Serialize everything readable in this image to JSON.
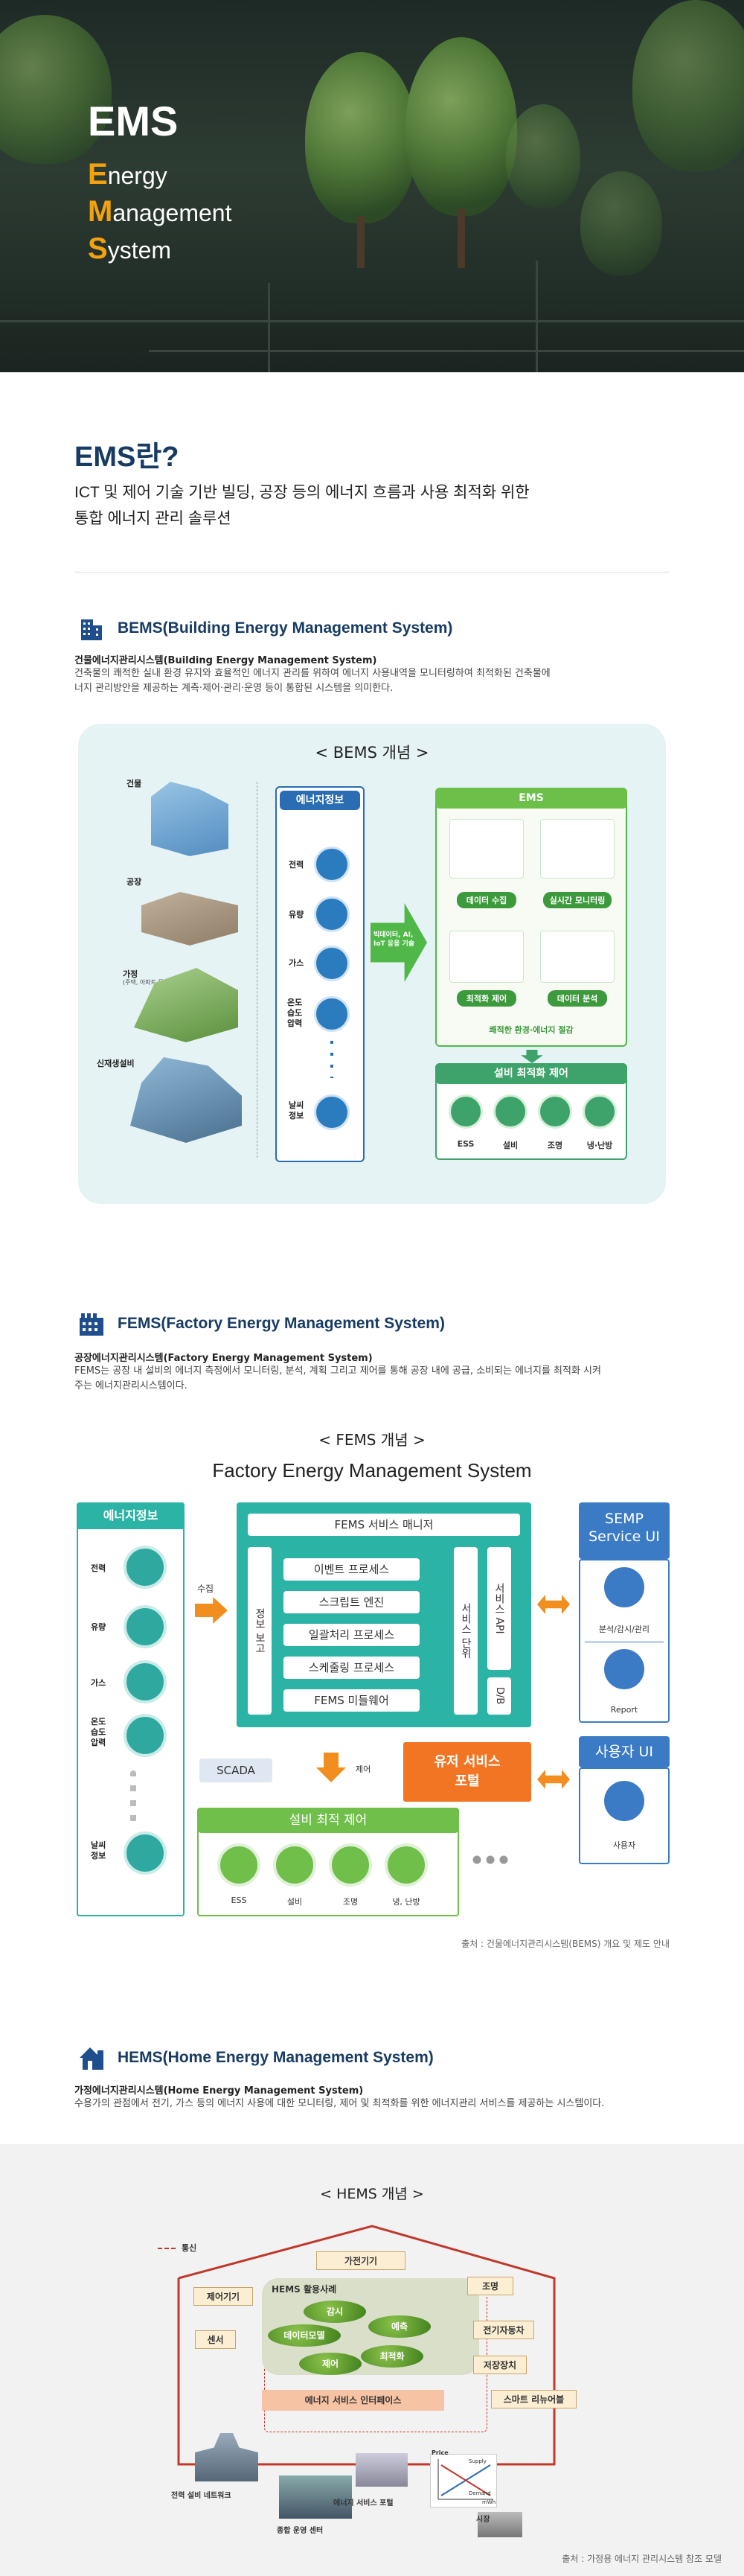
{
  "hero": {
    "title": "EMS",
    "e_letter": "E",
    "e_rest": "nergy",
    "m_letter": "M",
    "m_rest": "anagement",
    "s_letter": "S",
    "s_rest": "ystem"
  },
  "intro": {
    "title": "EMS란?",
    "line1": "ICT 및 제어 기술 기반 빌딩, 공장 등의 에너지 흐름과 사용 최적화 위한",
    "line2": "통합 에너지 관리 솔루션"
  },
  "bems": {
    "title": "BEMS(Building Energy Management System)",
    "kor": "건물에너지관리시스템(Building Energy Management System)",
    "desc1": "건축물의 쾌적한 실내 환경 유지와 효율적인 에너지 관리를 위하여 에너지 사용내역을 모니터링하여 최적화된 건축물에",
    "desc2": "너지 관리방안을 제공하는 계측·제어·관리·운영 등이 통합된 시스템을 의미한다.",
    "diagram": {
      "title": "< BEMS 개념 >",
      "buildings": [
        "건물",
        "공장",
        "가정",
        "신재생설비"
      ],
      "home_sub": "(주택, 아파트 등)",
      "info_title": "에너지정보",
      "info": [
        "전력",
        "유량",
        "가스",
        "온도\n습도\n압력",
        "날씨\n정보"
      ],
      "arrow_text": "빅데이터, AI,\nIoT 응용 기술",
      "ems_title": "EMS",
      "ems_items": [
        "데이터 수집",
        "실시간 모니터링",
        "최적화 제어",
        "데이터 분석"
      ],
      "ems_caption": "쾌적한 환경·에너지 절감",
      "opt_title": "설비 최적화 제어",
      "opt_items": [
        "ESS",
        "설비",
        "조명",
        "냉·난방"
      ]
    }
  },
  "fems": {
    "title": "FEMS(Factory Energy Management System)",
    "kor": "공장에너지관리시스템(Factory Energy Management System)",
    "desc1": "FEMS는 공장 내 설비의 에너지 측정에서 모니터링, 분석, 계획 그리고 제어를 통해 공장 내에 공급, 소비되는 에너지를 최적화 시켜",
    "desc2": "주는 에너지관리시스템이다.",
    "diagram": {
      "title": "< FEMS 개념 >",
      "subtitle": "Factory Energy Management System",
      "info_title": "에너지정보",
      "info": [
        "전력",
        "유량",
        "가스",
        "온도\n습도\n압력",
        "날씨\n정보"
      ],
      "collect": "수집",
      "manager": "FEMS 서비스 매니저",
      "left_col": "정보 보고",
      "processes": [
        "이벤트 프로세스",
        "스크립트 엔진",
        "일괄처리 프로세스",
        "스케줄링 프로세스",
        "FEMS 미들웨어"
      ],
      "right_col1": "서비스 단위",
      "right_col2": "서비스 API",
      "db": "D/B",
      "semp_title": "SEMP\nService UI",
      "semp_items": [
        "분석/감시/관리",
        "Report"
      ],
      "scada": "SCADA",
      "control": "제어",
      "portal": "유저 서비스\n포털",
      "user_ui": "사용자 UI",
      "user": "사용자",
      "opt_title": "설비 최적 제어",
      "opt_items": [
        "ESS",
        "설비",
        "조명",
        "냉, 난방"
      ]
    },
    "source": "출처 : 건물에너지관리시스템(BEMS) 개요 및 제도 안내"
  },
  "hems": {
    "title": "HEMS(Home Energy Management System)",
    "kor": "가정에너지관리시스템(Home Energy Management System)",
    "desc": "수용가의 관점에서 전기, 가스 등의 에너지 사용에 대한 모니터링, 제어 및 최적화를 위한 에너지관리 서비스를 제공하는 시스템이다.",
    "diagram": {
      "title": "< HEMS 개념 >",
      "legend": "통신",
      "appliance": "가전기기",
      "controller": "제어기기",
      "sensor": "센서",
      "center_title": "HEMS 활용사례",
      "cases": [
        "감시",
        "예측",
        "데이터모델",
        "제어",
        "최적화"
      ],
      "interface": "에너지 서비스 인터페이스",
      "right": [
        "조명",
        "전기자동차",
        "저장장치",
        "스마트 리뉴어블"
      ],
      "bottom": [
        "전력 설비 네트워크",
        "종합 운영 센터",
        "에너지 서비스 포털",
        "시장"
      ],
      "price_labels": [
        "Price",
        "Supply",
        "Demand",
        "mWh"
      ]
    },
    "source": "출처 : 가정용 에너지 관리시스템 참조 모델"
  }
}
